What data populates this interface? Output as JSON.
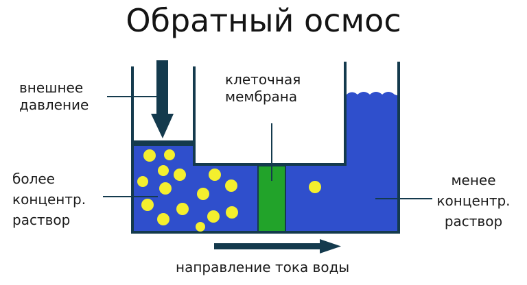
{
  "title": "Обратный осмос",
  "labels": {
    "external_pressure": [
      "внешнее",
      "давление"
    ],
    "membrane": [
      "клеточная",
      "мембрана"
    ],
    "more_concentrated": [
      "более",
      "концентр.",
      "раствор"
    ],
    "less_concentrated": [
      "менее",
      "концентр.",
      "раствор"
    ],
    "flow_direction": "направление тока воды"
  },
  "colors": {
    "water": "#2f4fcc",
    "membrane": "#22a32a",
    "outline": "#143a4d",
    "solute": "#f4ef2e",
    "arrow": "#143a4d",
    "text": "#1a1a1a"
  },
  "solute_particles": {
    "left_chamber_count": 15,
    "right_chamber_count": 1
  }
}
